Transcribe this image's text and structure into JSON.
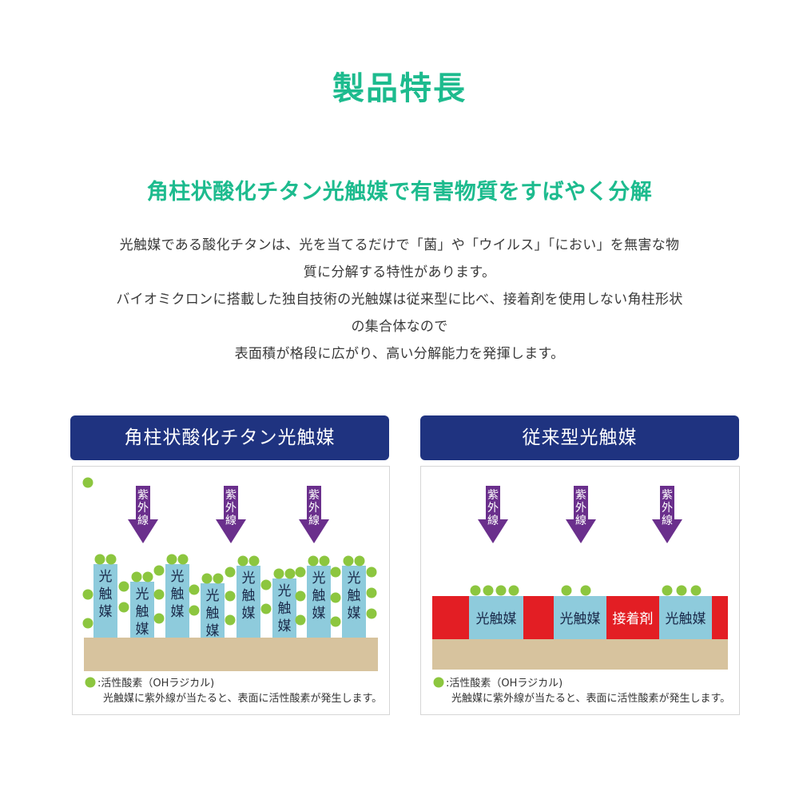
{
  "title": "製品特長",
  "subtitle": "角柱状酸化チタン光触媒で有害物質をすばやく分解",
  "description": [
    "光触媒である酸化チタンは、光を当てるだけで「菌」や「ウイルス」「におい」を無害な物",
    "質に分解する特性があります。",
    "バイオミクロンに搭載した独自技術の光触媒は従来型に比べ、接着剤を使用しない角柱形状",
    "の集合体なので",
    "表面積が格段に広がり、高い分解能力を発揮します。"
  ],
  "colors": {
    "accent_green": "#1dbb8e",
    "header_navy": "#1f3380",
    "arrow_purple": "#6a2f8c",
    "catalyst_blue": "#8ecbdc",
    "adhesive_red": "#e31e24",
    "substrate_tan": "#d7c39e",
    "radical_green": "#8cc63f"
  },
  "left_panel": {
    "header": "角柱状酸化チタン光触媒",
    "uv_label": "紫外線",
    "catalyst_label": "光触媒",
    "legend_label": ":活性酸素（OHラジカル)",
    "legend_note": "光触媒に紫外線が当たると、表面に活性酸素が発生します。"
  },
  "right_panel": {
    "header": "従来型光触媒",
    "uv_label": "紫外線",
    "catalyst_label": "光触媒",
    "adhesive_label": "接着剤",
    "legend_label": ":活性酸素（OHラジカル)",
    "legend_note": "光触媒に紫外線が当たると、表面に活性酸素が発生します。"
  }
}
